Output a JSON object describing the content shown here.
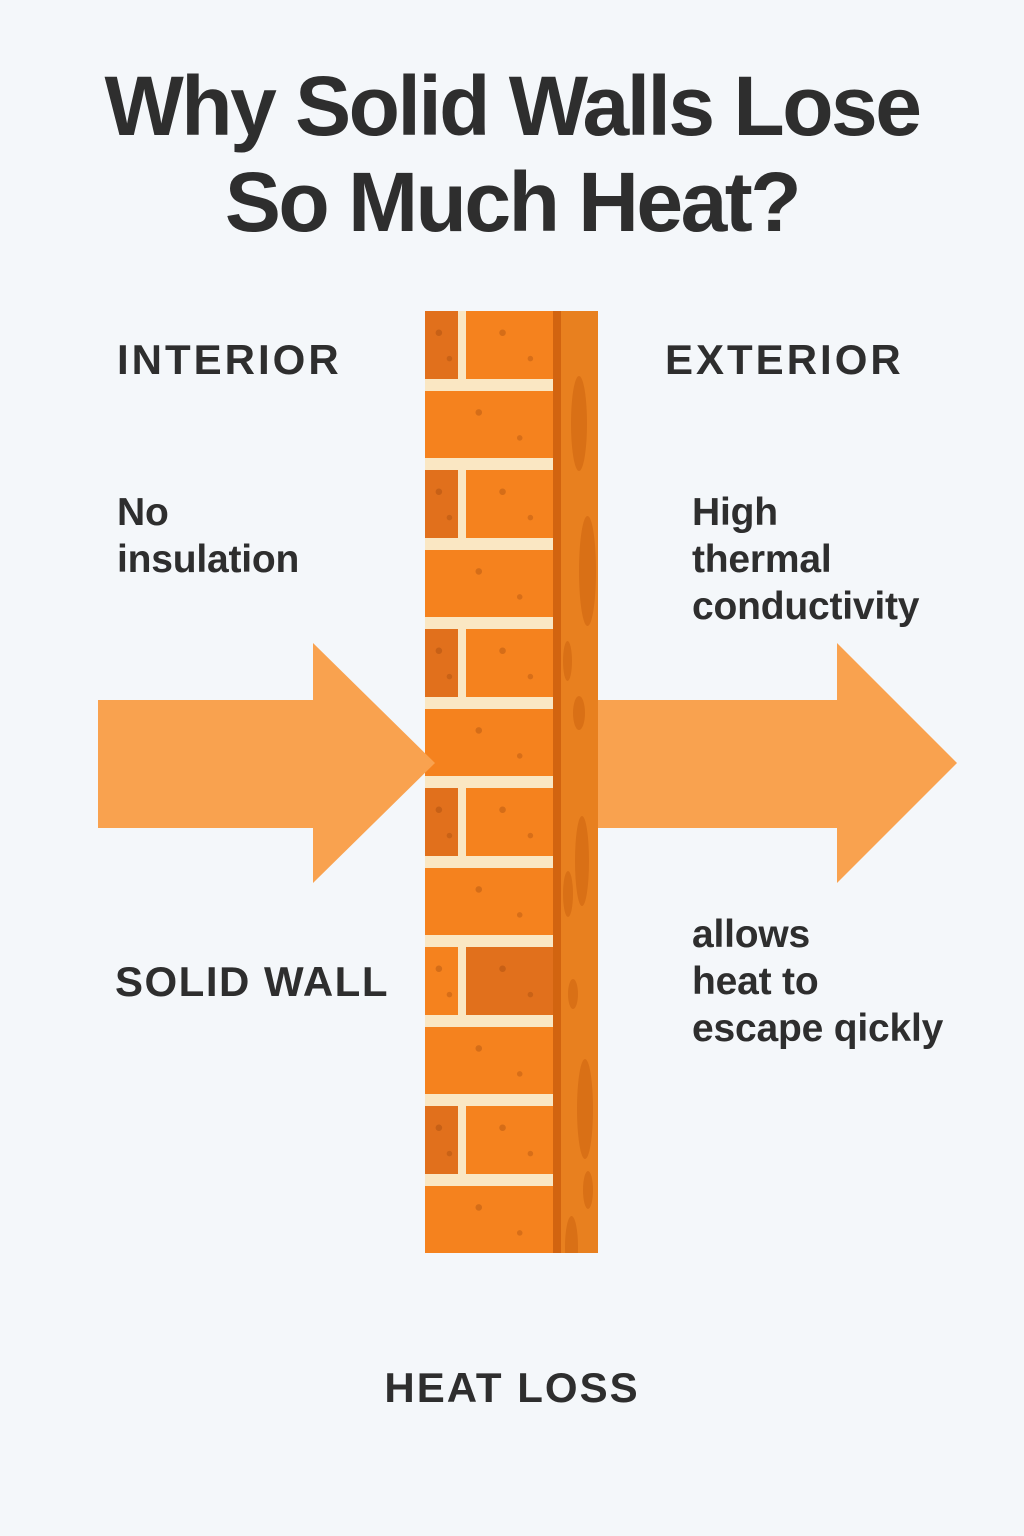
{
  "title": "Why Solid Walls Lose\nSo Much Heat?",
  "labels": {
    "interior": "INTERIOR",
    "exterior": "EXTERIOR",
    "solid_wall": "SOLID WALL",
    "heat_loss": "HEAT LOSS"
  },
  "annotations": {
    "left": "No\ninsulation",
    "right_top": "High\nthermal\nconductivity",
    "right_bottom": "allows\nheat to\nescape qickly"
  },
  "colors": {
    "background": "#F4F7FA",
    "text": "#2E2E2E",
    "arrow": "#F9A24F",
    "brick": "#F5821E",
    "brick_dark": "#E1701C",
    "mortar": "#FAE7C3",
    "wall_side": "#E8801F",
    "wall_side_shadow": "#D26410",
    "wall_side_spot": "#D97016"
  }
}
